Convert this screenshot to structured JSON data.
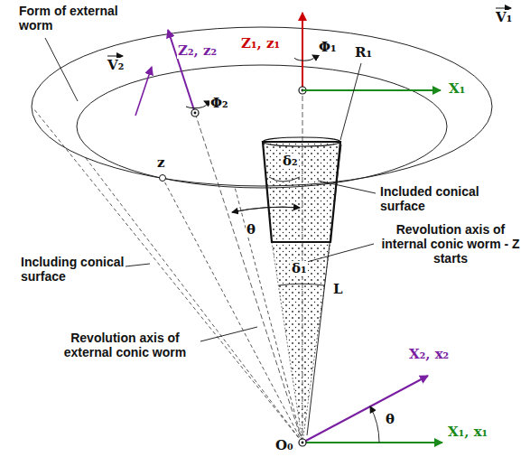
{
  "diagram": {
    "labels": [
      "Form of external worm",
      "V₁",
      "Z₁, z₁",
      "Φ₁",
      "R₁",
      "X₁",
      "V₂",
      "Z₂, z₂",
      "Φ₂",
      "z",
      "δ₂",
      "θ",
      "Included conical surface",
      "δ₁",
      "Revolution axis of internal conic worm - Z starts",
      "L",
      "Including conical surface",
      "Revolution axis of external conic worm",
      "X₂, x₂",
      "θ",
      "X₁, x₁",
      "O₀"
    ]
  }
}
